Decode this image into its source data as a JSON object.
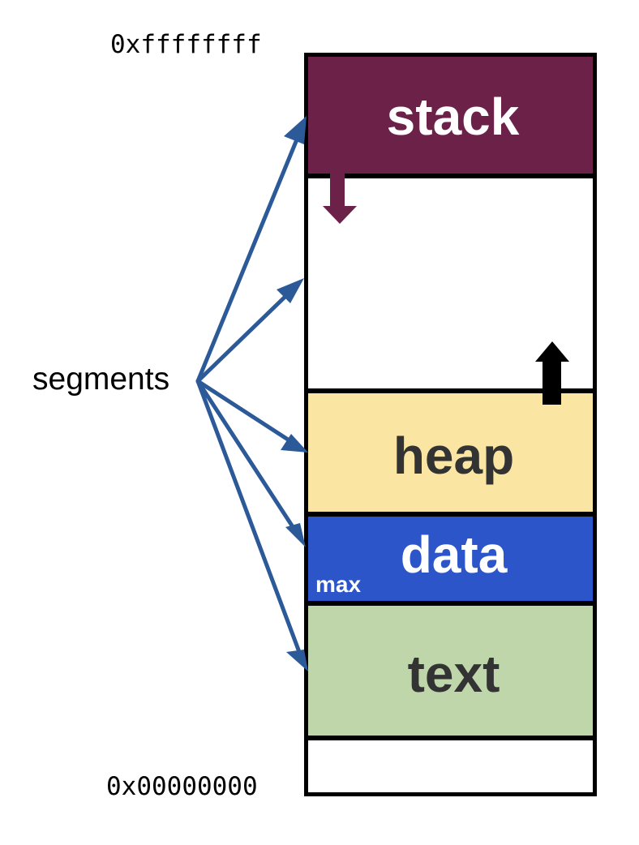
{
  "addresses": {
    "top": "0xffffffff",
    "bottom": "0x00000000"
  },
  "label": "segments",
  "segments": {
    "stack": "stack",
    "heap": "heap",
    "data": "data",
    "data_annotation": "max",
    "text": "text"
  },
  "colors": {
    "stack": "#6b2148",
    "heap": "#fae6a2",
    "data": "#2b55c8",
    "text": "#bfd6aa",
    "pointer_arrows": "#2c5a98",
    "stack_growth_arrow": "#6b2148",
    "heap_growth_arrow": "#000000"
  },
  "icons": {
    "stack_growth": "arrow-down-icon",
    "heap_growth": "arrow-up-icon",
    "pointers": "arrow-icon"
  }
}
